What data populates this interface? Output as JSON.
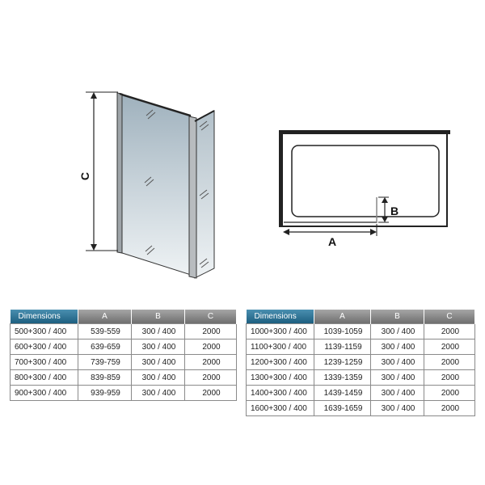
{
  "diagram": {
    "labels": {
      "a": "A",
      "b": "B",
      "c": "C"
    }
  },
  "tables": {
    "left": {
      "headers": [
        "Dimensions",
        "A",
        "B",
        "C"
      ],
      "rows": [
        [
          "500+300 / 400",
          "539-559",
          "300 / 400",
          "2000"
        ],
        [
          "600+300 / 400",
          "639-659",
          "300 / 400",
          "2000"
        ],
        [
          "700+300 / 400",
          "739-759",
          "300 / 400",
          "2000"
        ],
        [
          "800+300 / 400",
          "839-859",
          "300 / 400",
          "2000"
        ],
        [
          "900+300 / 400",
          "939-959",
          "300 / 400",
          "2000"
        ]
      ]
    },
    "right": {
      "headers": [
        "Dimensions",
        "A",
        "B",
        "C"
      ],
      "rows": [
        [
          "1000+300 / 400",
          "1039-1059",
          "300 / 400",
          "2000"
        ],
        [
          "1100+300 / 400",
          "1139-1159",
          "300 / 400",
          "2000"
        ],
        [
          "1200+300 / 400",
          "1239-1259",
          "300 / 400",
          "2000"
        ],
        [
          "1300+300 / 400",
          "1339-1359",
          "300 / 400",
          "2000"
        ],
        [
          "1400+300 / 400",
          "1439-1459",
          "300 / 400",
          "2000"
        ],
        [
          "1600+300 / 400",
          "1639-1659",
          "300 / 400",
          "2000"
        ]
      ]
    }
  }
}
